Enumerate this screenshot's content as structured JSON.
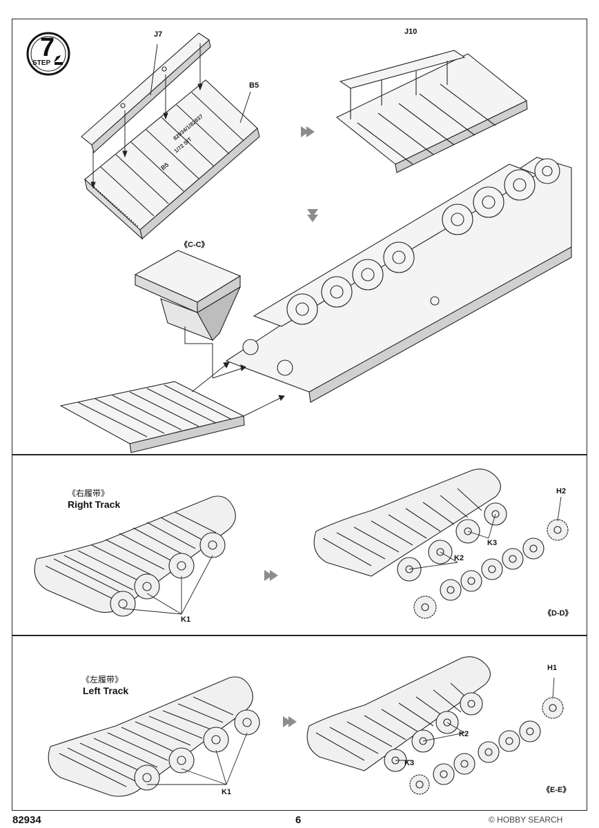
{
  "step": {
    "number": "7",
    "label": "STEP"
  },
  "top_panel": {
    "parts": {
      "j7": "J7",
      "b5": "B5",
      "j10": "J10",
      "cc": "《C-C》"
    },
    "decal_text": {
      "line1": "82934/1/82937",
      "line2": "1/72 SIT",
      "line3": "B5"
    }
  },
  "right_track": {
    "label_cn": "《右履带》",
    "label_en": "Right Track",
    "part_k1": "K1",
    "part_k2": "K2",
    "part_k3": "K3",
    "part_h2": "H2",
    "subassembly": "《D-D》"
  },
  "left_track": {
    "label_cn": "《左履带》",
    "label_en": "Left Track",
    "part_k1": "K1",
    "part_k2": "K2",
    "part_k3": "K3",
    "part_h1": "H1",
    "subassembly": "《E-E》"
  },
  "footer": {
    "model_number": "82934",
    "page_number": "6",
    "watermark": "© HOBBY SEARCH"
  },
  "colors": {
    "line": "#222222",
    "fill": "#f2f2f2",
    "shade": "#bdbdbd",
    "arrow": "#8c8c8c"
  }
}
